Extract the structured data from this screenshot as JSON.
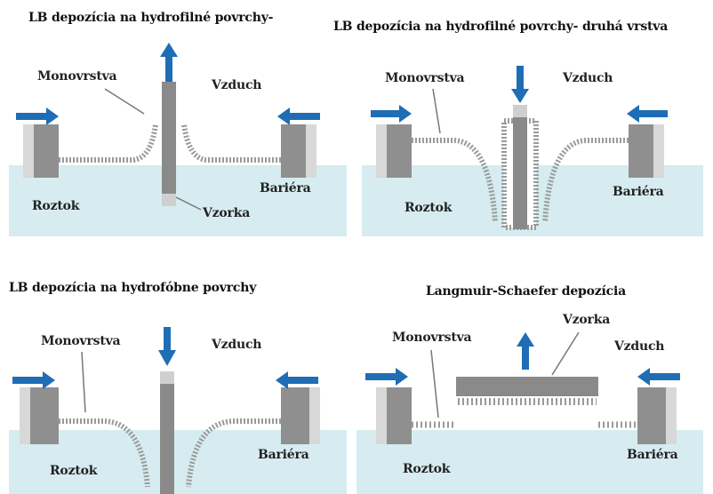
{
  "panels": [
    {
      "title": "LB depozícia na hydrofilné povrchy-",
      "labels": {
        "monolayer": "Monovrstva",
        "air": "Vzduch",
        "barrier": "Bariéra",
        "solution": "Roztok",
        "sample": "Vzorka"
      }
    },
    {
      "title": "LB depozícia na hydrofilné povrchy- druhá vrstva",
      "labels": {
        "monolayer": "Monovrstva",
        "air": "Vzduch",
        "barrier": "Bariéra",
        "solution": "Roztok"
      }
    },
    {
      "title": "LB depozícia na hydrofóbne povrchy",
      "labels": {
        "monolayer": "Monovrstva",
        "air": "Vzduch",
        "barrier": "Bariéra",
        "solution": "Roztok"
      }
    },
    {
      "title": "Langmuir-Schaefer depozícia",
      "labels": {
        "monolayer": "Monovrstva",
        "air": "Vzduch",
        "barrier": "Bariéra",
        "solution": "Roztok",
        "sample": "Vzorka"
      }
    }
  ],
  "colors": {
    "water": "#d6ecf0",
    "arrow": "#1f6db5",
    "barrier_dark": "#8f8f8f",
    "substrate": "#8a8a8a",
    "chain": "#9a9a9a"
  }
}
